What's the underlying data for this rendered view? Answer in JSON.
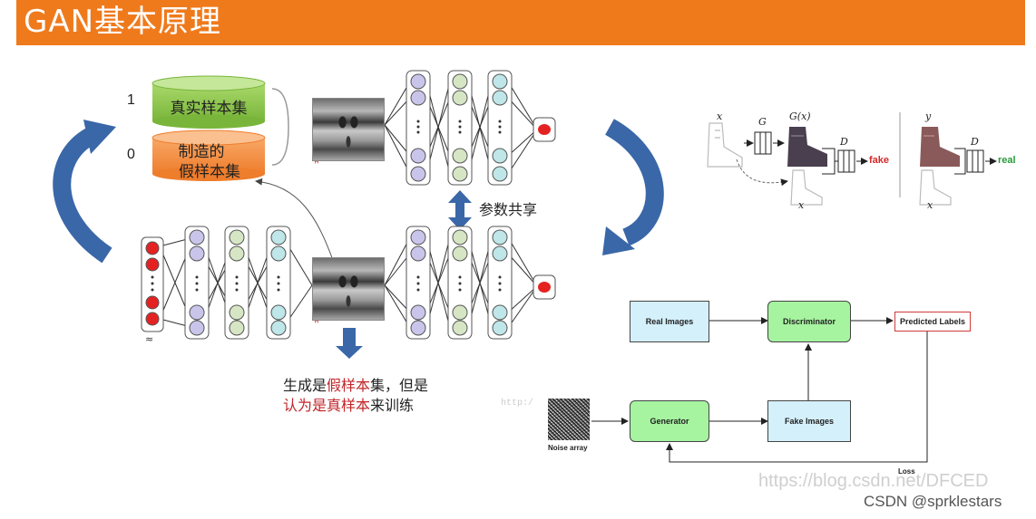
{
  "banner": {
    "title": "GAN基本原理"
  },
  "datasets": {
    "real_index": "1",
    "real_label": "真实样本集",
    "fake_index": "0",
    "fake_label_line1": "制造的",
    "fake_label_line2": "假样本集"
  },
  "shared_params": "参数共享",
  "caption": {
    "line1_a": "生成是",
    "line1_b": "假样本",
    "line1_c": "集，但是",
    "line2_a": "认为是真样本",
    "line2_b": "来训练"
  },
  "cyclegan": {
    "x": "x",
    "G": "G",
    "Gx": "G(x)",
    "D": "D",
    "fake": "fake",
    "x2": "x",
    "y": "y",
    "D2": "D",
    "real": "real",
    "x3": "x"
  },
  "flow": {
    "real_images": "Real Images",
    "discriminator": "Discriminator",
    "predicted_labels": "Predicted Labels",
    "generator": "Generator",
    "fake_images": "Fake Images",
    "noise_array": "Noise array",
    "loss": "Loss"
  },
  "watermarks": {
    "blog": "https://blog.csdn.net/DFCED",
    "csdn": "CSDN @sprklestars",
    "http_fragment": "http:/"
  },
  "colors": {
    "banner": "#ef7a1c",
    "cylinder_real": "#8cc63e",
    "cylinder_fake": "#f58f3f",
    "cycle_arrow": "#3a67a8",
    "output_node": "#e52222",
    "box_green": "#a6f3a0",
    "box_blue": "#d4f0fb"
  }
}
